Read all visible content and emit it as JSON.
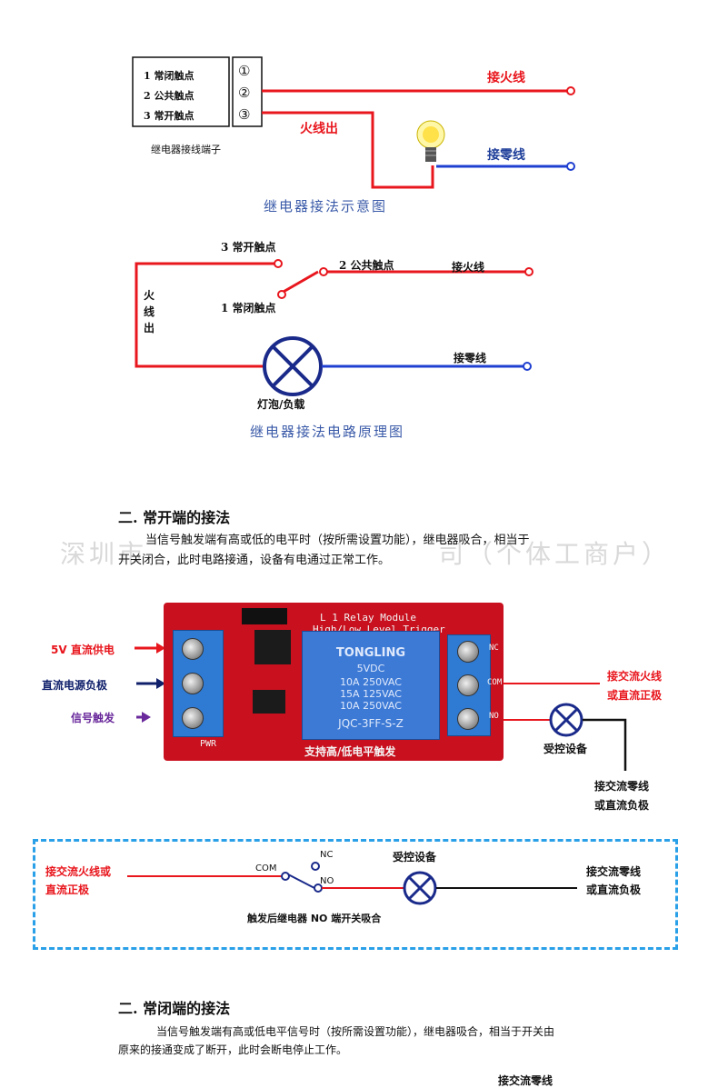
{
  "diagram1": {
    "terminal_labels": [
      "1 常闭触点",
      "2 公共触点",
      "3 常开触点"
    ],
    "terminal_numbers": [
      "①",
      "②",
      "③"
    ],
    "caption_small": "继电器接线端子",
    "live_in": "接火线",
    "live_out": "火线出",
    "neutral": "接零线",
    "title": "继电器接法示意图"
  },
  "diagram2": {
    "no_contact": "3 常开触点",
    "common_contact": "2 公共触点",
    "nc_contact": "1 常闭触点",
    "live_in": "接火线",
    "live_out_chars": [
      "火",
      "线",
      "出"
    ],
    "neutral": "接零线",
    "load": "灯泡/负载",
    "title": "继电器接法电路原理图"
  },
  "section1": {
    "heading": "二. 常开端的接法",
    "para_line1": "当信号触发端有高或低的电平时（按所需设置功能），继电器吸合，相当于",
    "para_line2": "开关闭合，此时电路接通，设备有电通过正常工作。",
    "watermark": "深圳市　　　　　　　　　　司（个体工商户）"
  },
  "module": {
    "left_labels": [
      "5V  直流供电",
      "直流电源负极",
      "信号触发"
    ],
    "pcb_line1": "L 1 Relay Module",
    "pcb_line2": "High/Low Level Trigger",
    "relay_lines": [
      "TONGLING",
      "5VDC",
      "10A 250VAC",
      "15A 125VAC",
      "10A 250VAC",
      "JQC-3FF-S-Z"
    ],
    "pcb_bottom": "支持高/低电平触发",
    "pwr": "PWR",
    "pin_labels": [
      "NC",
      "COM",
      "NO"
    ],
    "right_live": [
      "接交流火线",
      "或直流正极"
    ],
    "device": "受控设备",
    "right_neutral": [
      "接交流零线",
      "或直流负极"
    ]
  },
  "box": {
    "left": [
      "接交流火线或",
      "直流正极"
    ],
    "com": "COM",
    "nc": "NC",
    "no": "NO",
    "device": "受控设备",
    "right": [
      "接交流零线",
      "或直流负极"
    ],
    "caption": "触发后继电器 NO 端开关吸合"
  },
  "section2": {
    "heading": "二. 常闭端的接法",
    "para_line1": "当信号触发端有高或低电平信号时（按所需设置功能），继电器吸合，相当于开关由",
    "para_line2": "原来的接通变成了断开，此时会断电停止工作。",
    "cut_label": "接交流零线"
  },
  "colors": {
    "red": "#e8161d",
    "blue": "#1f3fd0",
    "black": "#111111",
    "dash": "#2aa0e8"
  }
}
